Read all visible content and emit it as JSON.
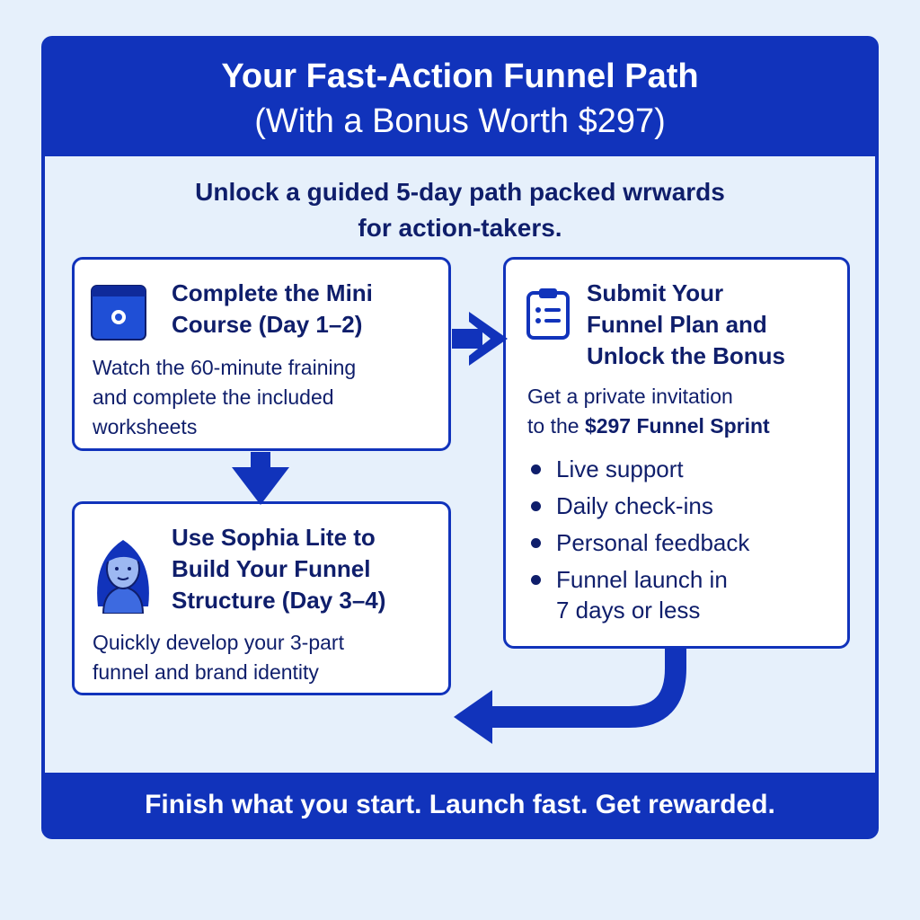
{
  "header": {
    "title_line1": "Your Fast-Action Funnel Path",
    "title_line2": "(With a Bonus Worth $297)"
  },
  "subtitle": {
    "line1": "Unlock a guided 5-day path packed wrwards",
    "line2": "for action-takers."
  },
  "steps": [
    {
      "icon": "browser-window-icon",
      "title_lines": [
        "Complete the Mini",
        "Course (Day 1–2)"
      ],
      "body_lines": [
        "Watch the 60-minute fraining",
        "and complete the included",
        "worksheets"
      ]
    },
    {
      "icon": "woman-avatar-icon",
      "title_lines": [
        "Use Sophia Lite to",
        "Build Your Funnel",
        "Structure (Day 3–4)"
      ],
      "body_lines": [
        "Quickly develop your 3-part",
        "funnel and brand identity"
      ]
    },
    {
      "icon": "clipboard-checklist-icon",
      "title_lines": [
        "Submit Your",
        "Funnel Plan and",
        "Unlock the Bonus"
      ],
      "body_line1": "Get a private invitation",
      "body_line2_prefix": "to the ",
      "body_line2_bold": "$297 Funnel Sprint",
      "bullets": [
        "Live support",
        "Daily check-ins",
        "Personal feedback",
        "Funnel launch in"
      ],
      "bullet_continuation": "7 days or less"
    }
  ],
  "footer": {
    "tagline": "Finish what you start. Launch fast. Get rewarded."
  },
  "colors": {
    "brand_blue": "#1133bb",
    "text_navy": "#0f1e6b",
    "background": "#e6f0fb"
  }
}
